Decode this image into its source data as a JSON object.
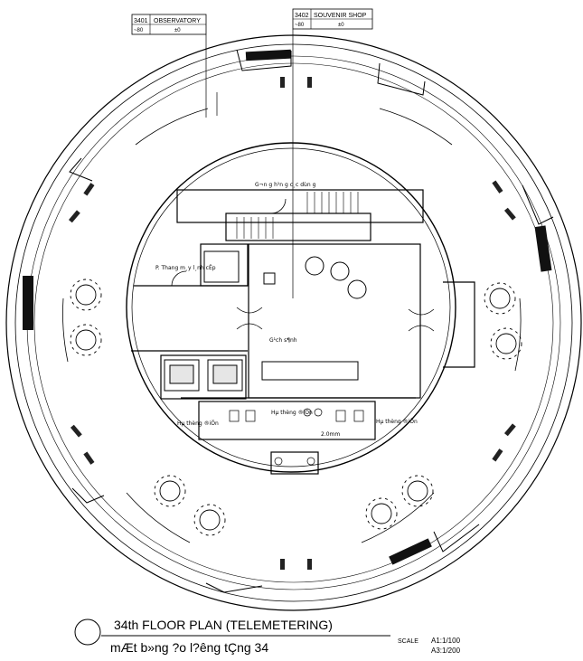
{
  "title_block": {
    "main_title": "34th FLOOR PLAN (TELEMETERING)",
    "sub_title": "mÆt b»ng ?o l?êng tÇng 34",
    "scale_label": "SCALE",
    "scale_a1": "A1:1/100",
    "scale_a3": "A3:1/200"
  },
  "tags": [
    {
      "number": "3401",
      "name": "OBSERVATORY",
      "level": "~80",
      "elev": "±0"
    },
    {
      "number": "3402",
      "name": "SOUVENIR SHOP",
      "level": "~80",
      "elev": "±0"
    }
  ],
  "room_labels": {
    "stair_corridor": "G¬n g h¹n g c¸c dùn g",
    "equipment_room": "P. Thang m¸y l¸nh cÊp",
    "lobby": "G¹ch s¶nh",
    "wc_top": "Hµ thèng ®iÖn",
    "wc_left": "Hµ thèng ®iÖn",
    "wc_right": "Hµ thèng ®iÖn",
    "dimension": "2.0mm"
  },
  "colors": {
    "line": "#000000",
    "paper": "#ffffff"
  }
}
